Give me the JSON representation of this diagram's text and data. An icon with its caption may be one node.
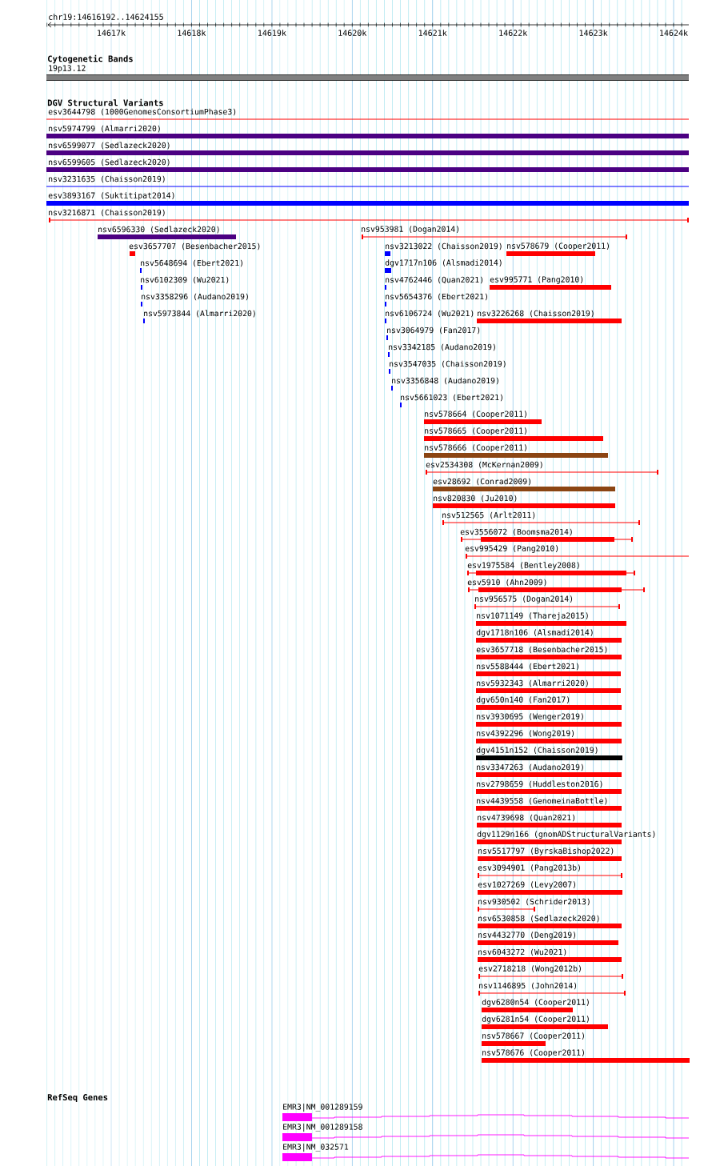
{
  "diagram": {
    "nodes": [
      {
        "text": [
          "19p13.12"
        ]
      },
      {
        "text": [
          "esv3644798 (1000GenomesConsortiumPhase3)"
        ]
      },
      {
        "text": [
          "nsv5974799 (Almarri2020)"
        ]
      },
      {
        "text": [
          "nsv6599077 (Sedlazeck2020)"
        ]
      },
      {
        "text": [
          "nsv6599605 (Sedlazeck2020)"
        ]
      },
      {
        "text": [
          "nsv3231635 (Chaisson2019)"
        ]
      },
      {
        "text": [
          "esv3893167 (Suktitipat2014)"
        ]
      },
      {
        "text": [
          "nsv3216871 (Chaisson2019)"
        ]
      },
      {
        "text": [
          "nsv6596330 (Sedlazeck2020)"
        ]
      },
      {
        "text": [
          "nsv953981 (Dogan2014)"
        ]
      },
      {
        "text": [
          "esv3657707 (Besenbacher2015)"
        ]
      },
      {
        "text": [
          "nsv3213022 (Chaisson2019)"
        ]
      },
      {
        "text": [
          "nsv578679 (Cooper2011)"
        ]
      },
      {
        "text": [
          "nsv5648694 (Ebert2021)"
        ]
      },
      {
        "text": [
          "dgv1717n106 (Alsmadi2014)"
        ]
      },
      {
        "text": [
          "nsv6102309 (Wu2021)"
        ]
      },
      {
        "text": [
          "nsv4762446 (Quan2021)"
        ]
      },
      {
        "text": [
          "esv995771 (Pang2010)"
        ]
      },
      {
        "text": [
          "nsv3358296 (Audano2019)"
        ]
      },
      {
        "text": [
          "nsv5654376 (Ebert2021)"
        ]
      },
      {
        "text": [
          "nsv5973844 (Almarri2020)"
        ]
      },
      {
        "text": [
          "nsv6106724 (Wu2021)"
        ]
      },
      {
        "text": [
          "nsv3226268 (Chaisson2019)"
        ]
      },
      {
        "text": [
          "nsv3064979 (Fan2017)"
        ]
      },
      {
        "text": [
          "nsv3342185 (Audano2019)"
        ]
      },
      {
        "text": [
          "nsv3547035 (Chaisson2019)"
        ]
      },
      {
        "text": [
          "nsv3356848 (Audano2019)"
        ]
      },
      {
        "text": [
          "nsv5661023 (Ebert2021)"
        ]
      },
      {
        "text": [
          "nsv578664 (Cooper2011)"
        ]
      },
      {
        "text": [
          "nsv578665 (Cooper2011)"
        ]
      },
      {
        "text": [
          "nsv578666 (Cooper2011)"
        ]
      },
      {
        "text": [
          "esv2534308 (McKernan2009)"
        ]
      },
      {
        "text": [
          "esv28692 (Conrad2009)"
        ]
      },
      {
        "text": [
          "nsv820830 (Ju2010)"
        ]
      },
      {
        "text": [
          "nsv512565 (Arlt2011)"
        ]
      },
      {
        "text": [
          "esv3556072 (Boomsma2014)"
        ]
      },
      {
        "text": [
          "esv995429 (Pang2010)"
        ]
      },
      {
        "text": [
          "esv1975584 (Bentley2008)"
        ]
      },
      {
        "text": [
          "esv5910 (Ahn2009)"
        ]
      },
      {
        "text": [
          "nsv956575 (Dogan2014)"
        ]
      },
      {
        "text": [
          "nsv1071149 (Thareja2015)"
        ]
      },
      {
        "text": [
          "dgv1718n106 (Alsmadi2014)"
        ]
      },
      {
        "text": [
          "esv3657718 (Besenbacher2015)"
        ]
      },
      {
        "text": [
          "nsv5588444 (Ebert2021)"
        ]
      },
      {
        "text": [
          "nsv5932343 (Almarri2020)"
        ]
      },
      {
        "text": [
          "dgv650n140 (Fan2017)"
        ]
      },
      {
        "text": [
          "nsv3930695 (Wenger2019)"
        ]
      },
      {
        "text": [
          "nsv4392296 (Wong2019)"
        ]
      },
      {
        "text": [
          "dgv4151n152 (Chaisson2019)"
        ]
      },
      {
        "text": [
          "nsv3347263 (Audano2019)"
        ]
      },
      {
        "text": [
          "nsv2798659 (Huddleston2016)"
        ]
      },
      {
        "text": [
          "nsv4439558 (GenomeinaBottle)"
        ]
      },
      {
        "text": [
          "nsv4739698 (Quan2021)"
        ]
      },
      {
        "text": [
          "dgv1129n166 (gnomADStructuralVariants)"
        ]
      },
      {
        "text": [
          "nsv5517797 (ByrskaBishop2022)"
        ]
      },
      {
        "text": [
          "esv3094901 (Pang2013b)"
        ]
      },
      {
        "text": [
          "esv1027269 (Levy2007)"
        ]
      },
      {
        "text": [
          "nsv930502 (Schrider2013)"
        ]
      },
      {
        "text": [
          "nsv6530858 (Sedlazeck2020)"
        ]
      },
      {
        "text": [
          "nsv4432770 (Deng2019)"
        ]
      },
      {
        "text": [
          "nsv6043272 (Wu2021)"
        ]
      },
      {
        "text": [
          "esv2718218 (Wong2012b)"
        ]
      },
      {
        "text": [
          "nsv1146895 (John2014)"
        ]
      },
      {
        "text": [
          "dgv6280n54 (Cooper2011)"
        ]
      },
      {
        "text": [
          "dgv6281n54 (Cooper2011)"
        ]
      },
      {
        "text": [
          "nsv578667 (Cooper2011)"
        ]
      },
      {
        "text": [
          "nsv578676 (Cooper2011)"
        ]
      },
      {
        "text": [
          "EMR3|NM_001289159"
        ]
      },
      {
        "text": [
          "EMR3|NM_001289158"
        ]
      },
      {
        "text": [
          "EMR3|NM_032571"
        ]
      }
    ],
    "labels": [
      "chr19:14616192..14624155",
      "14617k",
      "14618k",
      "14619k",
      "14620k",
      "14621k",
      "14622k",
      "14623k",
      "14624k",
      "Cytogenetic Bands",
      "DGV Structural Variants",
      "RefSeq Genes"
    ]
  }
}
